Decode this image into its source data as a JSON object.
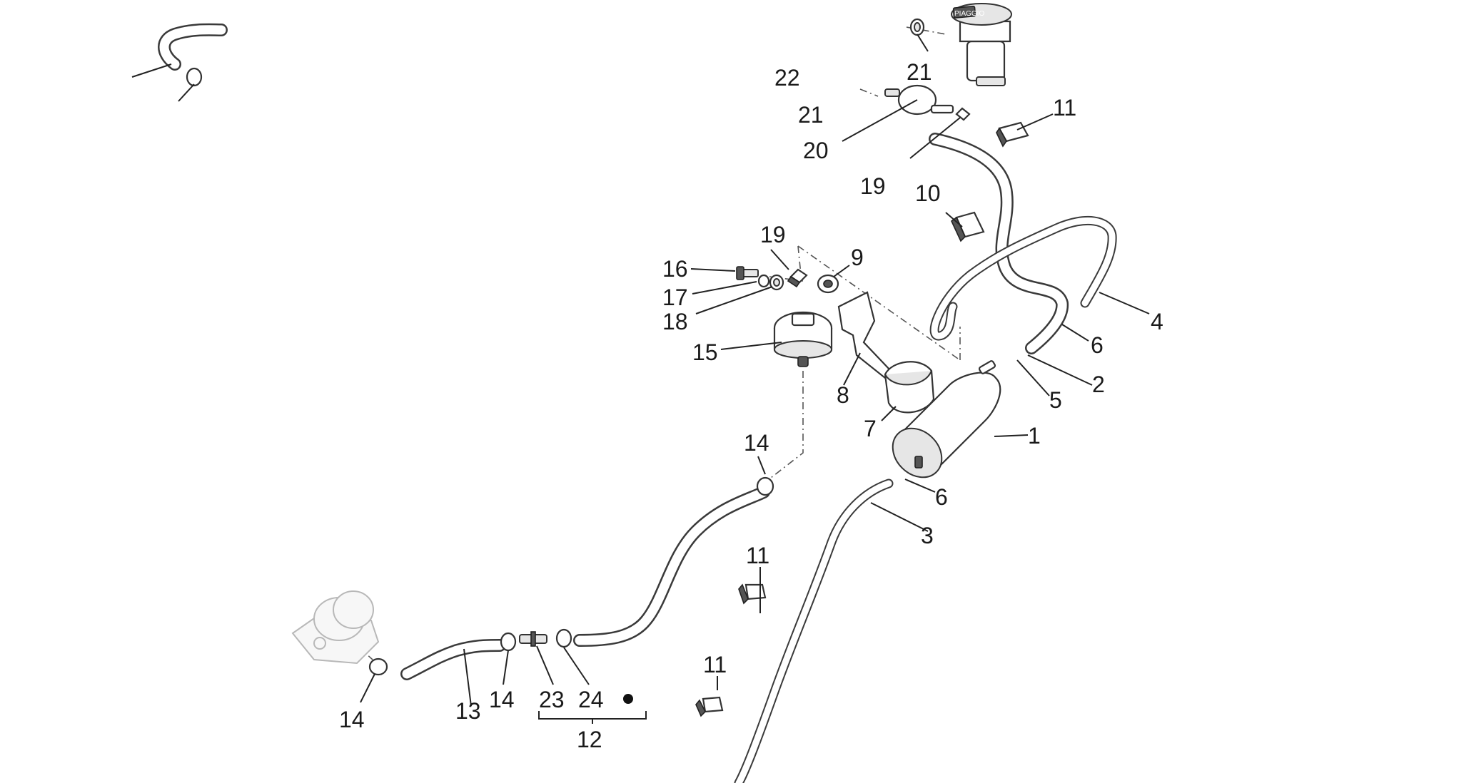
{
  "labels": {
    "l1": "1",
    "l2": "2",
    "l3": "3",
    "l4": "4",
    "l5": "5",
    "l6a": "6",
    "l6b": "6",
    "l7": "7",
    "l8": "8",
    "l9": "9",
    "l10": "10",
    "l11a": "11",
    "l11b": "11",
    "l11c": "11",
    "l12": "12",
    "l13": "13",
    "l14a": "14",
    "l14b": "14",
    "l14c": "14",
    "l15": "15",
    "l16": "16",
    "l17": "17",
    "l18": "18",
    "l19a": "19",
    "l19b": "19",
    "l20": "20",
    "l21a": "21",
    "l21b": "21",
    "l22": "22",
    "l23": "23",
    "l24": "24"
  },
  "tank_cap_brand": "PIAGGIO"
}
